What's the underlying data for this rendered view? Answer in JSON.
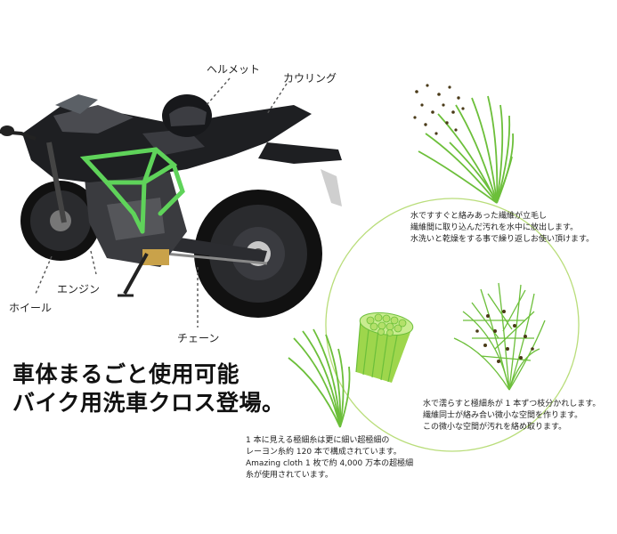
{
  "labels": {
    "helmet": "ヘルメット",
    "cowling": "カウリング",
    "engine": "エンジン",
    "wheel": "ホイール",
    "chain": "チェーン"
  },
  "headline": {
    "line1": "車体まるごと使用可能",
    "line2": "バイク用洗車クロス登場。"
  },
  "notes": {
    "absorb": [
      "水ですすぐと絡みあった繊維が立毛し",
      "繊維間に取り込んだ汚れを水中に放出します。",
      "水洗いと乾燥をする事で繰り返しお使い頂けます。"
    ],
    "split": [
      "水で濡らすと極細糸が 1 本ずつ枝分かれします。",
      "繊維同士が絡み合い微小な空間を作ります。",
      "この微小な空間が汚れを絡め取ります。"
    ],
    "fiber": [
      "1 本に見える極細糸は更に細い超極細の",
      "レーヨン糸約 120 本で構成されています。",
      "Amazing cloth 1 枚で約 4,000 万本の超極細",
      "糸が使用されています。"
    ]
  },
  "colors": {
    "fiber_green": "#6cbf3a",
    "accent_green": "#9ed64c",
    "dirt": "#4a3a18",
    "bike_body": "#1e1f22",
    "frame_green": "#5fd35a"
  }
}
